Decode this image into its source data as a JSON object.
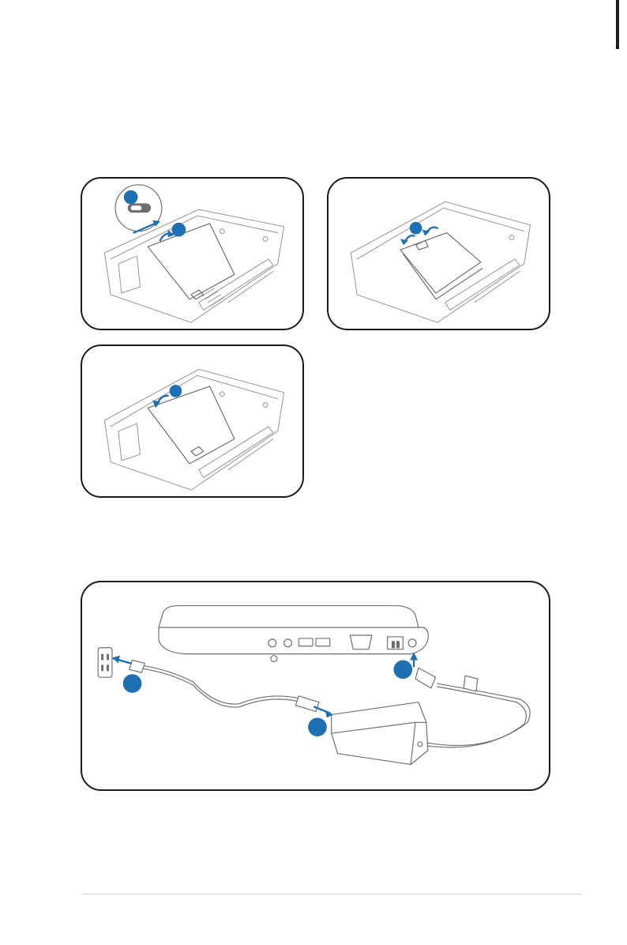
{
  "page": {
    "accent_color": "#1f6fb3",
    "border_color": "#1a1a1a"
  },
  "figures": [
    {
      "id": "battery-remove-unlock",
      "step_markers": 2,
      "icons": [
        "laptop-underside",
        "battery-pack",
        "lock-switch",
        "push-arrow",
        "lift-arrow"
      ]
    },
    {
      "id": "battery-remove-lift",
      "step_markers": 1,
      "icons": [
        "laptop-underside",
        "battery-pack",
        "lift-arrow"
      ]
    },
    {
      "id": "battery-install",
      "step_markers": 1,
      "icons": [
        "laptop-underside",
        "battery-pack",
        "insert-arrow"
      ]
    },
    {
      "id": "power-connection",
      "step_markers": 3,
      "icons": [
        "laptop-side",
        "wall-outlet",
        "ac-adapter",
        "power-cord",
        "dc-plug"
      ]
    }
  ]
}
